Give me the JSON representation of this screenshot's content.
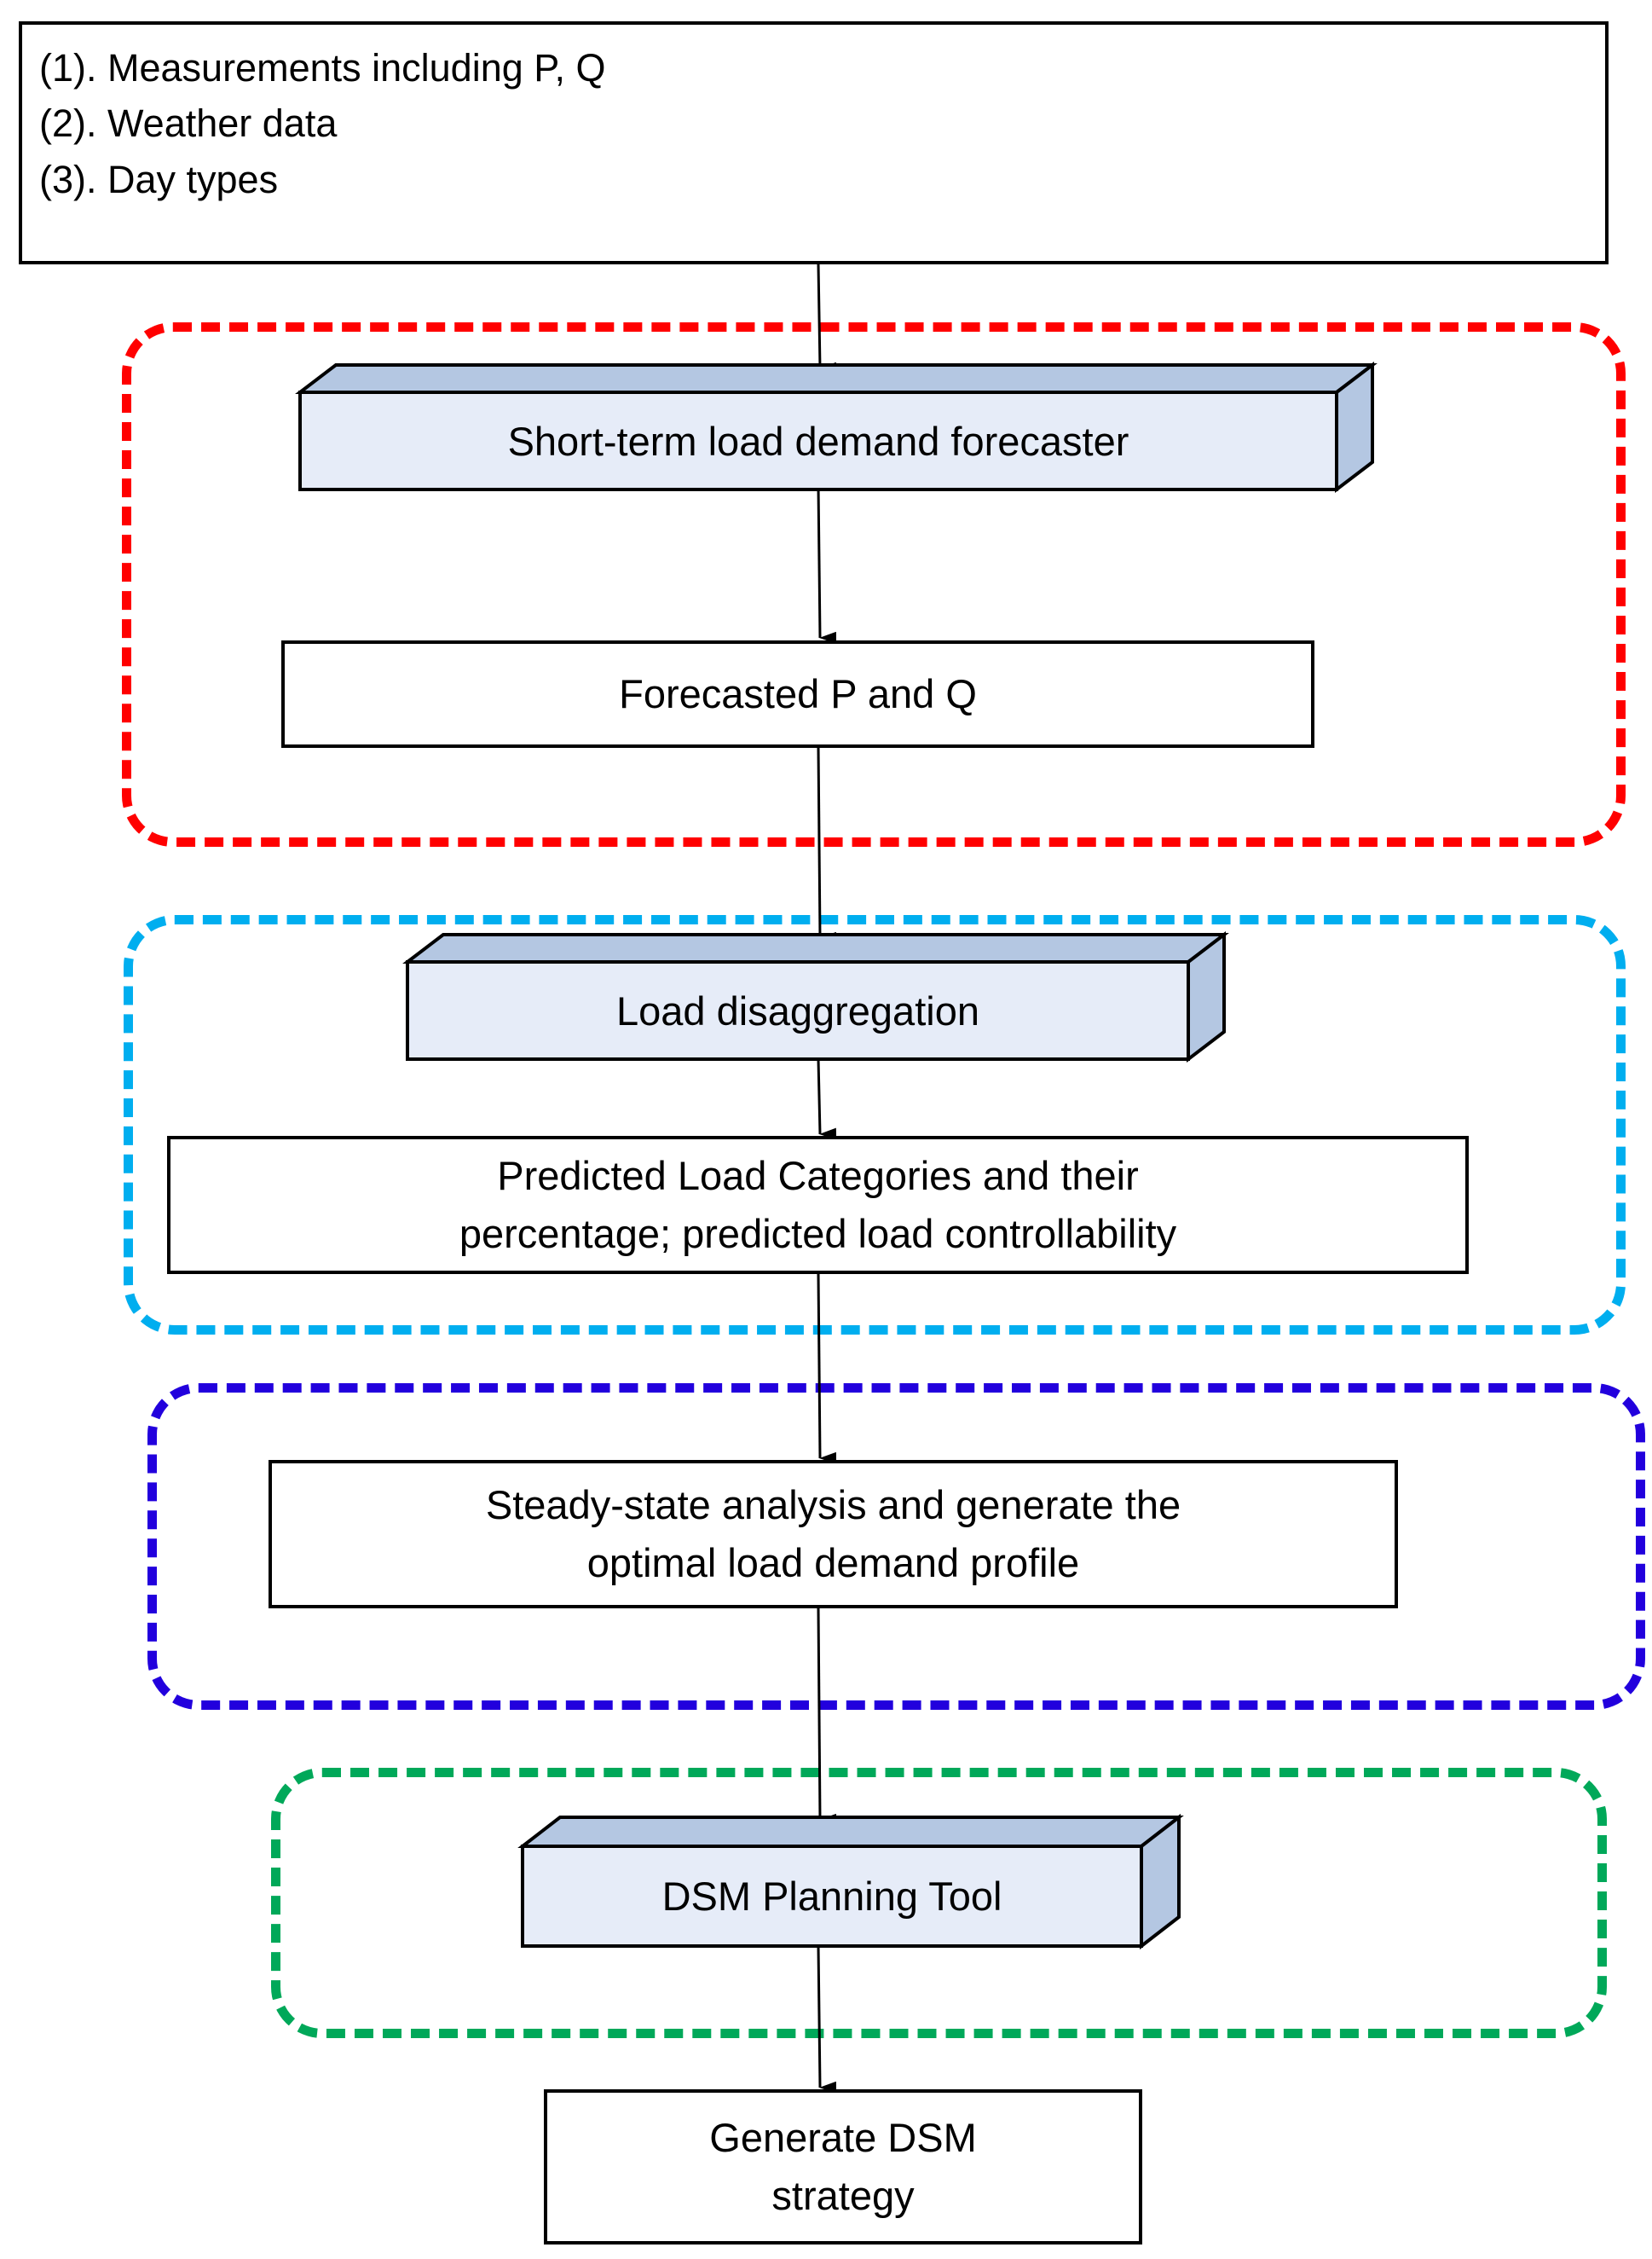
{
  "diagram": {
    "title": "Demand Side Management (DSM) workflow flowchart",
    "background": "#ffffff",
    "line_color": "#000000"
  },
  "colors": {
    "stage1_border": "#FF0000",
    "stage2_border": "#00AEEF",
    "stage3_border": "#2200DD",
    "stage4_border": "#00A859",
    "node_fill": "#FFFFFF",
    "cube_front_fill": "#E6ECF8",
    "cube_shade_fill": "#B4C7E2",
    "cube_stroke": "#000000"
  },
  "nodes": {
    "inputs": {
      "lines": "(1). Measurements including P, Q\n(2). Weather data\n(3). Day types",
      "shape": "rectangle"
    },
    "forecaster": {
      "label": "Short-term load demand forecaster",
      "shape": "cube"
    },
    "forecast_output": {
      "label": "Forecasted P and Q",
      "shape": "rectangle"
    },
    "disaggregation": {
      "label": "Load disaggregation",
      "shape": "cube"
    },
    "disaggregation_output": {
      "label": "Predicted Load Categories and their\npercentage; predicted load controllability",
      "shape": "rectangle"
    },
    "steady_state": {
      "label": "Steady-state analysis and generate the\noptimal load demand profile",
      "shape": "rectangle"
    },
    "dsm_tool": {
      "label": "DSM Planning Tool",
      "shape": "cube"
    },
    "dsm_output": {
      "label": "Generate DSM\nstrategy",
      "shape": "rectangle"
    }
  },
  "groups": {
    "stage_forecasting": {
      "color": "#FF0000"
    },
    "stage_disaggregation": {
      "color": "#00AEEF"
    },
    "stage_analysis": {
      "color": "#2200DD"
    },
    "stage_planning": {
      "color": "#00A859"
    }
  },
  "edges": [
    {
      "from": "inputs",
      "to": "forecaster"
    },
    {
      "from": "forecaster",
      "to": "forecast_output"
    },
    {
      "from": "forecast_output",
      "to": "disaggregation"
    },
    {
      "from": "disaggregation",
      "to": "disaggregation_output"
    },
    {
      "from": "disaggregation_output",
      "to": "steady_state"
    },
    {
      "from": "steady_state",
      "to": "dsm_tool"
    },
    {
      "from": "dsm_tool",
      "to": "dsm_output"
    }
  ]
}
